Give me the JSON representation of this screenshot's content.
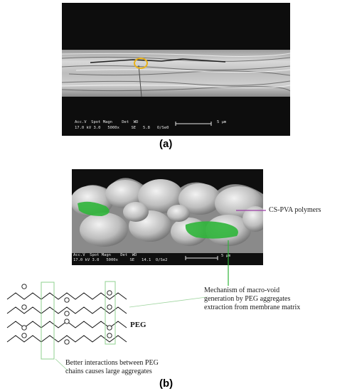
{
  "panel_a": {
    "label": "(a)",
    "sem_info": {
      "header": "Acc.V  Spot Magn    Det  WD",
      "values": "17.0 kV 3.0   5000x     SE   5.8   O/Se0",
      "scale_label": "5 μm"
    }
  },
  "panel_b": {
    "label": "(b)",
    "sem_info": {
      "header": "Acc.V  Spot Magn    Det  WD",
      "values": "17.0 kV 3.0   5000x     SE   14.1  O/Se2",
      "scale_label": "5 μm"
    },
    "polymer_label": "CS-PVA polymers",
    "mechanism_label": [
      "Mechanism of macro-void",
      "generation by PEG aggregates",
      "extraction from membrane matrix"
    ],
    "peg_label": "PEG",
    "interaction_label": [
      "Better interactions between PEG",
      "chains causes large aggregates"
    ]
  },
  "colors": {
    "highlight_ring": "#e8b21c",
    "peg_aggregate": "#2fb53a",
    "polymer_arrow": "#9b3fa6",
    "mechanism_arrow": "#2fb53a",
    "bracket": "#8fd08f"
  }
}
